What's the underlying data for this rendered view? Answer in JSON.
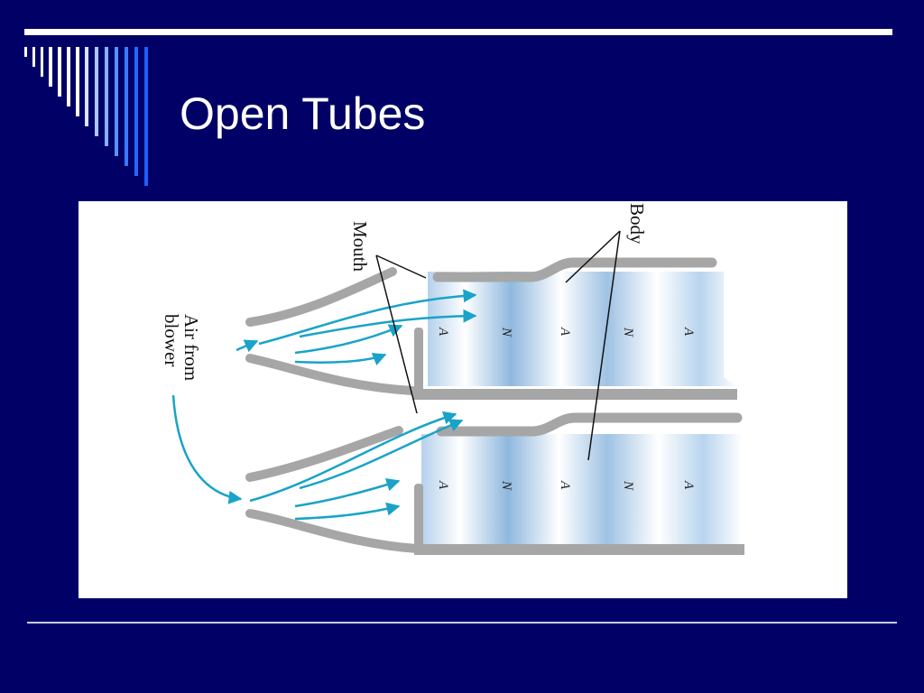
{
  "slide": {
    "title": "Open Tubes"
  },
  "figure": {
    "labels": {
      "mouth": "Mouth",
      "body": "Body",
      "air_line1": "Air from",
      "air_line2": "blower"
    },
    "upper_tube_nodes": [
      "A",
      "N",
      "A",
      "N",
      "A"
    ],
    "lower_tube_nodes": [
      "A",
      "N",
      "A",
      "N",
      "A"
    ]
  },
  "colors": {
    "background": "#000066",
    "rule": "#ffffff",
    "pipe_wall": "#a6a6a6",
    "air_arrow": "#1aa3c8",
    "tube_fill": "#a9c9e6"
  }
}
